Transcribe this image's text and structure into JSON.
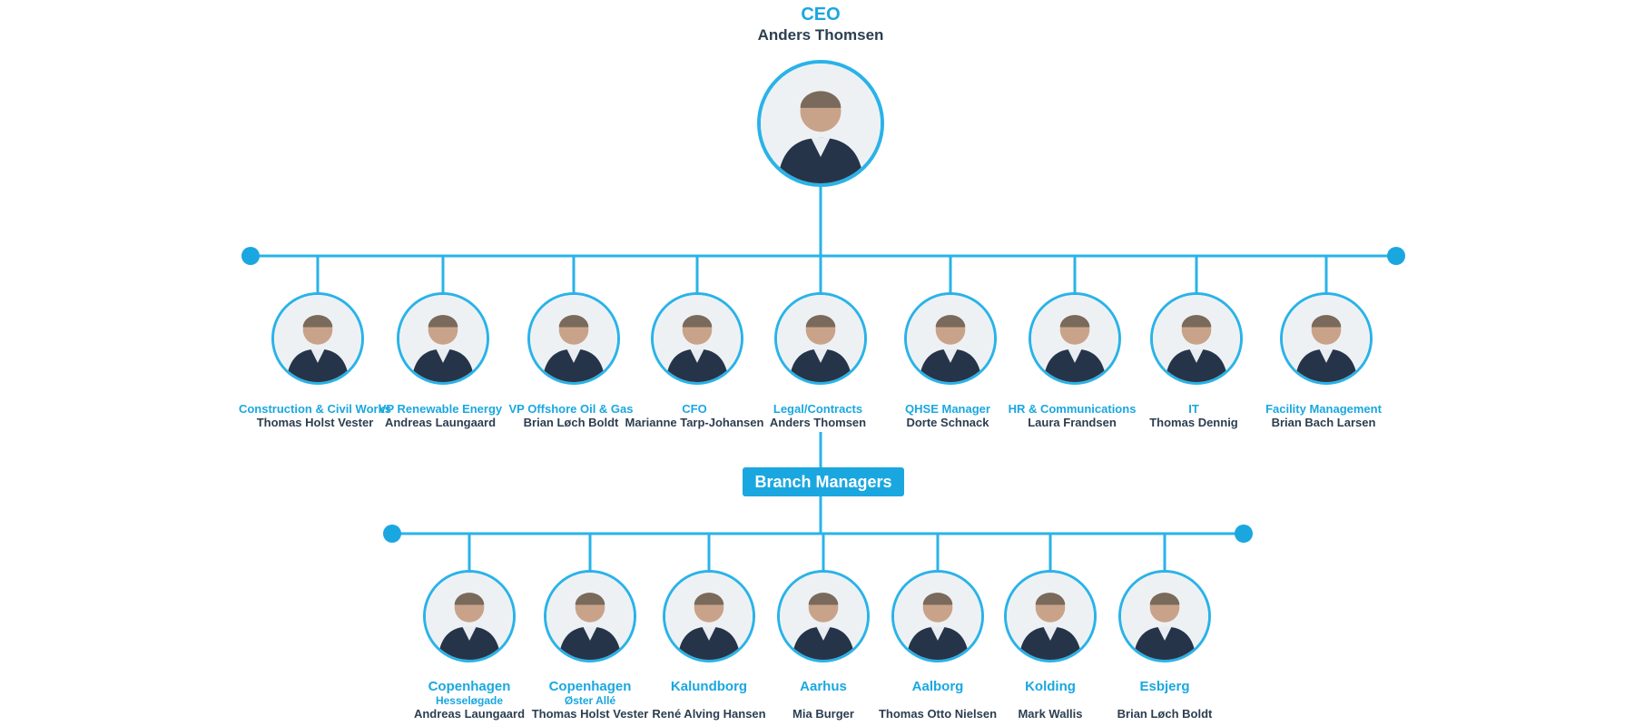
{
  "ceo": {
    "role": "CEO",
    "name": "Anders Thomsen",
    "icon": "person-photo-icon"
  },
  "management": [
    {
      "role": "Construction & Civil Works",
      "name": "Thomas Holst Vester",
      "icon": "person-photo-icon"
    },
    {
      "role": "VP Renewable Energy",
      "name": "Andreas Laungaard",
      "icon": "person-photo-icon"
    },
    {
      "role": "VP Offshore Oil & Gas",
      "name": "Brian Løch Boldt",
      "icon": "person-photo-icon"
    },
    {
      "role": "CFO",
      "name": "Marianne Tarp-Johansen",
      "icon": "person-photo-icon"
    },
    {
      "role": "Legal/Contracts",
      "name": "Anders Thomsen",
      "icon": "person-photo-icon"
    },
    {
      "role": "QHSE Manager",
      "name": "Dorte Schnack",
      "icon": "person-photo-icon"
    },
    {
      "role": "HR & Communications",
      "name": "Laura Frandsen",
      "icon": "person-photo-icon"
    },
    {
      "role": "IT",
      "name": "Thomas Dennig",
      "icon": "person-photo-icon"
    },
    {
      "role": "Facility Management",
      "name": "Brian Bach Larsen",
      "icon": "person-photo-icon"
    }
  ],
  "branch_managers": {
    "label": "Branch Managers",
    "branches": [
      {
        "city": "Copenhagen",
        "sub": "Hesseløgade",
        "name": "Andreas Laungaard",
        "icon": "person-photo-icon"
      },
      {
        "city": "Copenhagen",
        "sub": "Øster Allé",
        "name": "Thomas Holst Vester",
        "icon": "person-photo-icon"
      },
      {
        "city": "Kalundborg",
        "sub": "",
        "name": "René Alving Hansen",
        "icon": "person-photo-icon"
      },
      {
        "city": "Aarhus",
        "sub": "",
        "name": "Mia Burger",
        "icon": "person-photo-icon"
      },
      {
        "city": "Aalborg",
        "sub": "",
        "name": "Thomas Otto Nielsen",
        "icon": "person-photo-icon"
      },
      {
        "city": "Kolding",
        "sub": "",
        "name": "Mark Wallis",
        "icon": "person-photo-icon"
      },
      {
        "city": "Esbjerg",
        "sub": "",
        "name": "Brian Løch Boldt",
        "icon": "person-photo-icon"
      }
    ]
  },
  "colors": {
    "accent": "#1aa7e0",
    "line": "#29b3e8",
    "name_text": "#2c3e50"
  }
}
